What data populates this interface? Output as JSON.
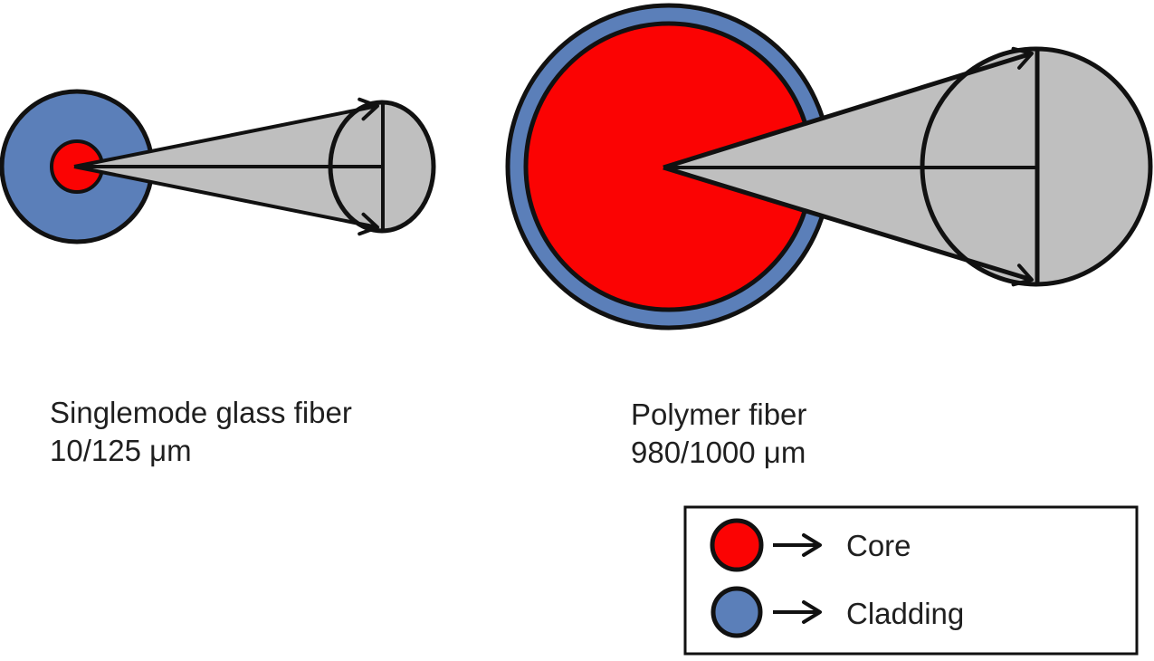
{
  "colors": {
    "core": "#fb0303",
    "cladding": "#5b7fb9",
    "beam": "#bfbfbf",
    "outline": "#111111",
    "background": "#ffffff",
    "text": "#1f1f1f"
  },
  "fibers": [
    {
      "name": "Singlemode glass fiber",
      "size_label": "10/125 μm",
      "core_um": "10",
      "cladding_um": "125"
    },
    {
      "name": "Polymer fiber",
      "size_label": "980/1000 μm",
      "core_um": "980",
      "cladding_um": "1000"
    }
  ],
  "legend": {
    "items": [
      {
        "swatch": "core",
        "label": "Core"
      },
      {
        "swatch": "cladding",
        "label": "Cladding"
      }
    ]
  }
}
